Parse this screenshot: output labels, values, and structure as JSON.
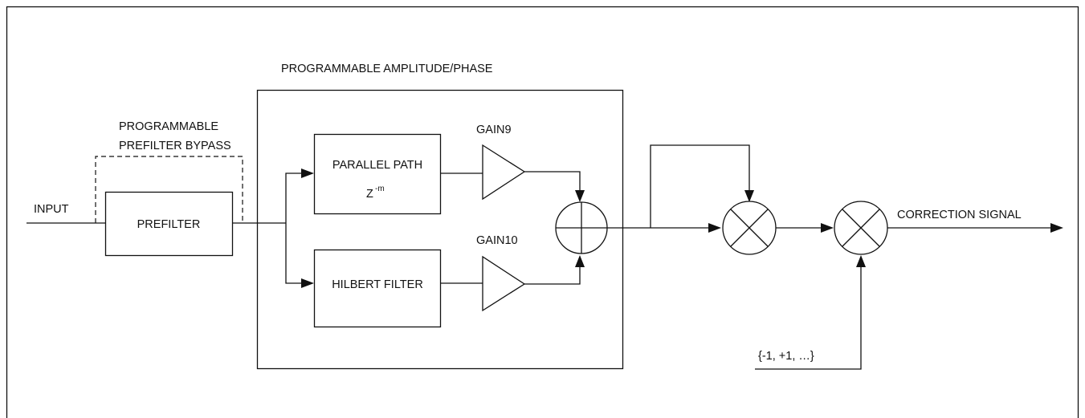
{
  "labels": {
    "input": "INPUT",
    "prefilter": "PREFILTER",
    "bypass_line1": "PROGRAMMABLE",
    "bypass_line2": "PREFILTER BYPASS",
    "amp_phase": "PROGRAMMABLE AMPLITUDE/PHASE",
    "parallel_path": "PARALLEL PATH",
    "z_base": "Z",
    "z_exp": "-m",
    "hilbert": "HILBERT FILTER",
    "gain9": "GAIN9",
    "gain10": "GAIN10",
    "correction": "CORRECTION SIGNAL",
    "sequence": "{-1, +1, …}"
  }
}
